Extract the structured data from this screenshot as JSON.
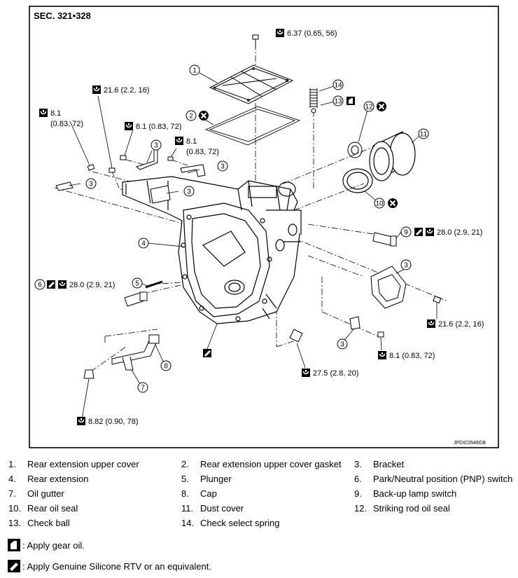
{
  "section": "SEC. 321•328",
  "drawing_code": "JPDIC0548GB",
  "torques": {
    "t1": "6.37 (0.65, 56)",
    "t2": "21.6 (2.2, 16)",
    "t3": "8.1",
    "t3b": "(0.83, 72)",
    "t4": "8.1 (0.83, 72)",
    "t5": "8.1",
    "t5b": "(0.83, 72)",
    "t6": "28.0 (2.9, 21)",
    "t7": "28.0 (2.9, 21)",
    "t8": "21.6 (2.2, 16)",
    "t9": "8.1 (0.83, 72)",
    "t10": "27.5 (2.8, 20)",
    "t11": "8.82 (0.90, 78)"
  },
  "callouts": {
    "c1": "1",
    "c2": "2",
    "c3": "3",
    "c4": "4",
    "c5": "5",
    "c6": "6",
    "c7": "7",
    "c8": "8",
    "c9": "9",
    "c10": "10",
    "c11": "11",
    "c12": "12",
    "c13": "13",
    "c14": "14"
  },
  "parts": [
    {
      "num": "1.",
      "label": "Rear extension upper cover"
    },
    {
      "num": "2.",
      "label": "Rear extension upper cover gasket"
    },
    {
      "num": "3.",
      "label": "Bracket"
    },
    {
      "num": "4.",
      "label": "Rear extension"
    },
    {
      "num": "5.",
      "label": "Plunger"
    },
    {
      "num": "6.",
      "label": "Park/Neutral position (PNP) switch"
    },
    {
      "num": "7.",
      "label": "Oil gutter"
    },
    {
      "num": "8.",
      "label": "Cap"
    },
    {
      "num": "9.",
      "label": "Back-up lamp switch"
    },
    {
      "num": "10.",
      "label": "Rear oil seal"
    },
    {
      "num": "11.",
      "label": "Dust cover"
    },
    {
      "num": "12.",
      "label": "Striking rod oil seal"
    },
    {
      "num": "13.",
      "label": "Check ball"
    },
    {
      "num": "14.",
      "label": "Check select spring"
    }
  ],
  "notes": {
    "gear_oil": ": Apply gear oil.",
    "silicone": ": Apply Genuine Silicone RTV or an equivalent."
  }
}
